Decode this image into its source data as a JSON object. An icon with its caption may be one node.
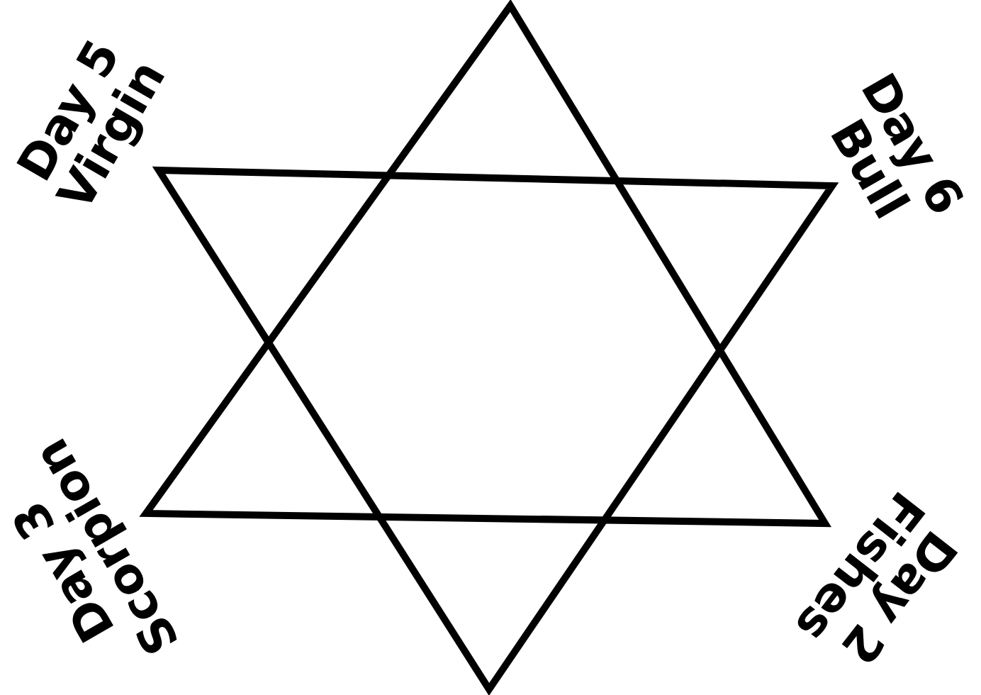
{
  "diagram": {
    "labels": [
      "Day 5 Virgin",
      "Day 6 Bull",
      "Day 3 Scorpion",
      "Day 2 Fishes"
    ]
  }
}
